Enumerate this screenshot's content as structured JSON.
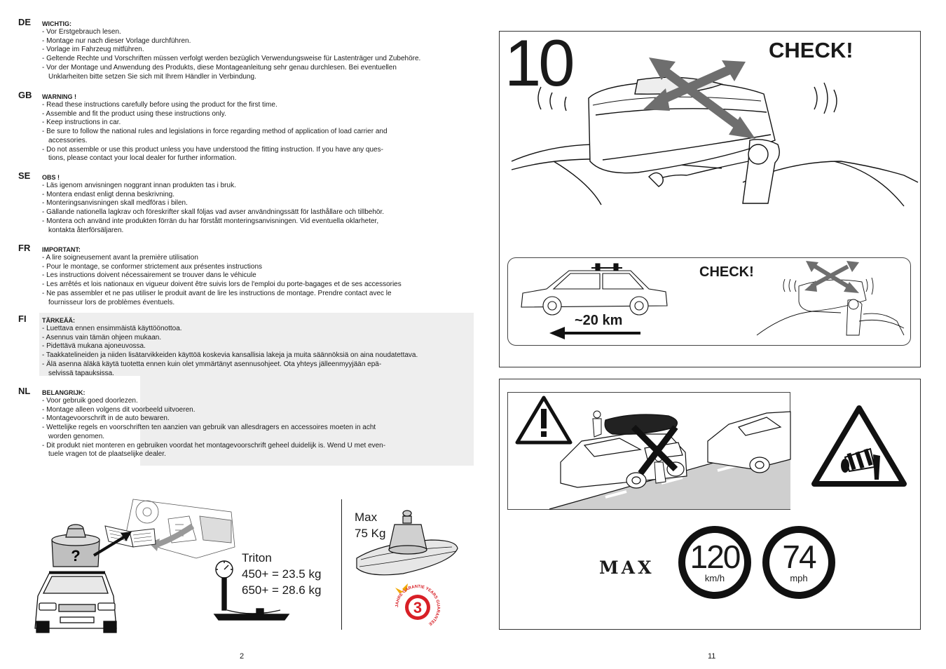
{
  "sections": [
    {
      "code": "DE",
      "heading": "WICHTIG:",
      "lines": [
        "- Vor Erstgebrauch lesen.",
        "- Montage nur nach dieser Vorlage durchführen.",
        "- Vorlage im Fahrzeug mitführen.",
        "- Geltende Rechte und Vorschriften müssen verfolgt werden bezüglich Verwendungsweise für Lastenträger und Zubehöre.",
        "- Vor der Montage und Anwendung des Produkts, diese Montageanleitung sehr genau durchlesen. Bei eventuellen",
        "Unklarheiten bitte setzen Sie sich mit Ihrem Händler in Verbindung."
      ]
    },
    {
      "code": "GB",
      "heading": "WARNING !",
      "lines": [
        "- Read these instructions carefully before using the product for the first time.",
        "- Assemble and fit the product using these instructions only.",
        "- Keep instructions in car.",
        "- Be sure to follow the national rules and legislations in force regarding method of application of load carrier and",
        "accessories.",
        "- Do not assemble or use this product unless you have understood the fitting instruction. If you have any ques-",
        "tions, please contact your local dealer for further information."
      ]
    },
    {
      "code": "SE",
      "heading": "OBS !",
      "lines": [
        "- Läs igenom anvisningen noggrant innan produkten tas i bruk.",
        "- Montera endast enligt denna beskrivning.",
        "- Monteringsanvisningen skall medföras i bilen.",
        "- Gällande nationella lagkrav och föreskrifter skall följas vad avser användningssätt för lasthållare och tillbehör.",
        "- Montera och använd inte produkten förrän du har förstått monteringsanvisningen. Vid eventuella oklarheter,",
        "kontakta återförsäljaren."
      ]
    },
    {
      "code": "FR",
      "heading": "IMPORTANT:",
      "lines": [
        "- A lire soigneusement avant la première utilisation",
        "- Pour le montage, se conformer strictement aux présentes instructions",
        "- Les instructions doivent nécessairement se trouver dans le véhicule",
        "- Les arrêtés et lois nationaux en vigueur doivent être suivis lors de l'emploi du porte-bagages et de ses accessories",
        "- Ne pas assembler et ne pas utiliser le produit avant de lire les instructions de montage. Prendre contact avec le",
        "fournisseur lors de problèmes éventuels."
      ]
    },
    {
      "code": "FI",
      "heading": "TÄRKEÄÄ:",
      "lines": [
        "- Luettava ennen ensimmäistä käyttöönottoa.",
        "- Asennus vain tämän ohjeen mukaan.",
        "- Pidettävä mukana ajoneuvossa.",
        "- Taakkatelineiden ja niiden lisätarvikkeiden käyttöä koskevia kansallisia lakeja ja muita säännöksiä on aina noudatettava.",
        "- Älä asenna äläkä käytä tuotetta ennen kuin olet ymmärtänyt asennusohjeet. Ota yhteys jälleenmyyjään epä-",
        "selvissä tapauksissa."
      ]
    },
    {
      "code": "NL",
      "heading": "BELANGRIJK:",
      "lines": [
        "- Voor gebruik goed doorlezen.",
        "- Montage alleen volgens dit voorbeeld uitvoeren.",
        "- Montagevoorschrift in de auto bewaren.",
        "- Wettelijke regels en voorschriften ten aanzien van gebruik van allesdragers en accessoires moeten in acht",
        "worden genomen.",
        "- Dit produkt niet monteren en gebruiken voordat het montagevoorschrift geheel duidelijk is. Wend U met even-",
        "tuele vragen tot de plaatselijke dealer."
      ]
    }
  ],
  "weight_question": "?",
  "triton": {
    "name": "Triton",
    "line1": "450+ = 23.5 kg",
    "line2": "650+ = 28.6 kg"
  },
  "max_load": {
    "line1": "Max",
    "line2": "75 Kg"
  },
  "guarantee": {
    "number": "3",
    "ring_text": "JAHRE GARANTIE YEARS GUARANTEE"
  },
  "step": {
    "number": "10",
    "check_label": "CHECK!",
    "check_small_label": "CHECK!",
    "distance": "~20 km"
  },
  "speed": {
    "max_label": "MAX",
    "kmh_value": "120",
    "kmh_unit": "km/h",
    "mph_value": "74",
    "mph_unit": "mph"
  },
  "page_numbers": {
    "left": "2",
    "right": "11"
  }
}
